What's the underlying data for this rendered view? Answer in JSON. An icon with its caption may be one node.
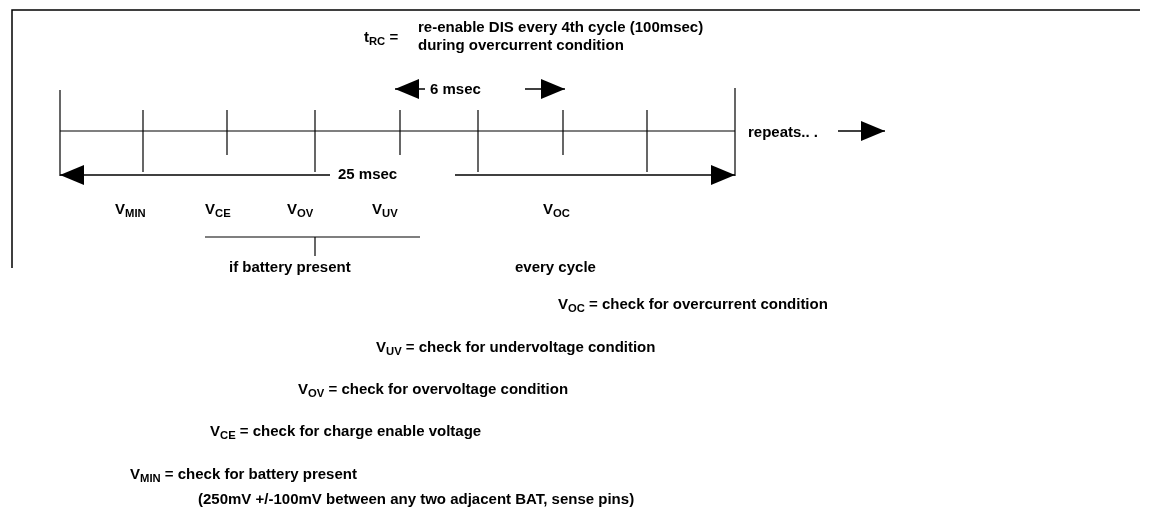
{
  "diagram": {
    "labels": [
      "t$_{RC}$ =",
      "re-enable DIS every 4th cycle (100msec) during overcurrent condition",
      "6 msec",
      "repeats.. .",
      "25 msec",
      "V$_{MIN}$",
      "V$_{CE}$",
      "V$_{OV}$",
      "V$_{UV}$",
      "V$_{OC}$",
      "if battery present",
      "every cycle",
      "V$_{OC}$ = check for overcurrent condition",
      "V$_{UV}$ = check for undervoltage condition",
      "V$_{OV}$ = check for overvoltage condition",
      "V$_{CE}$ = check for charge enable voltage",
      "V$_{MIN}$ = check for battery present",
      "(250mV +/-100mV between any two adjacent BAT, sense pins)"
    ]
  }
}
